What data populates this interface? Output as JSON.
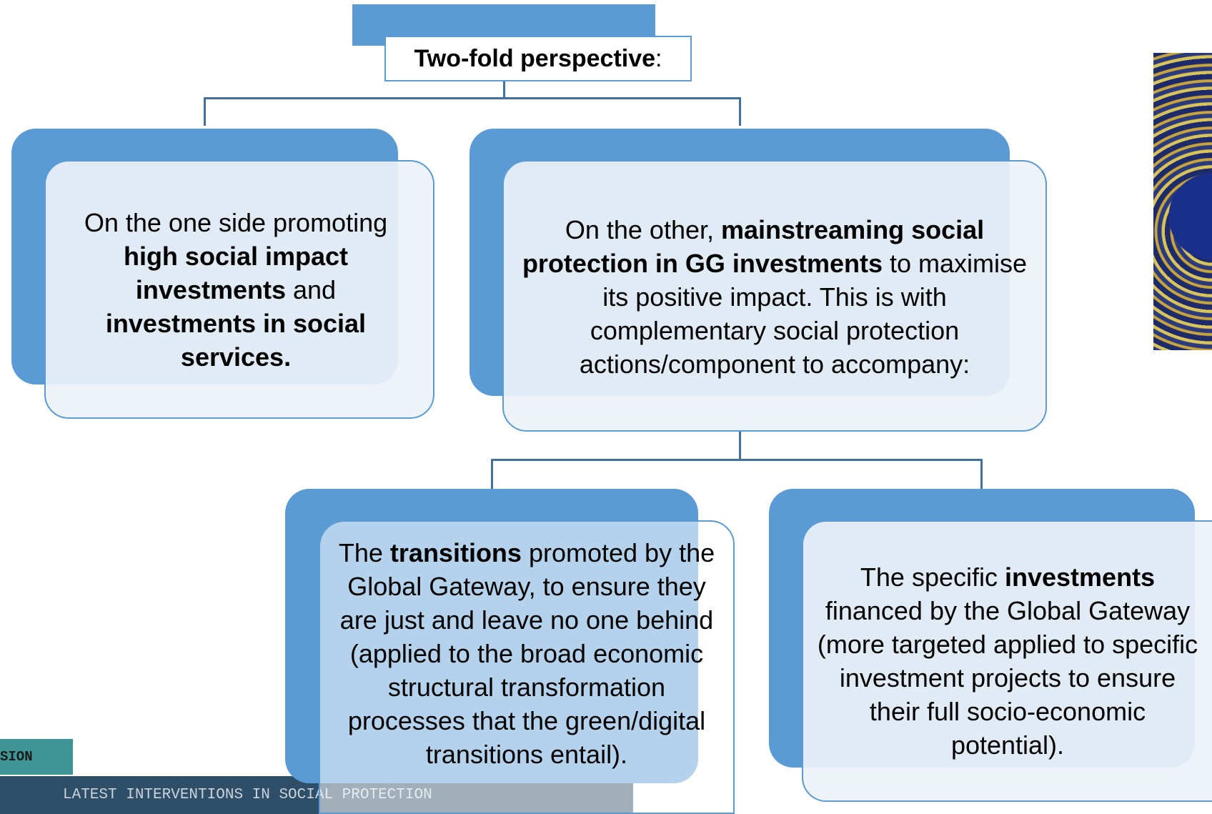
{
  "title": {
    "bold": "Two-fold perspective",
    "suffix": ":"
  },
  "boxes": {
    "left": {
      "seg1": "On the one side promoting ",
      "seg2": "high social impact investments",
      "seg3": " and ",
      "seg4": "investments in social services."
    },
    "right": {
      "seg1": "On the other, ",
      "seg2": "mainstreaming social protection in GG investments",
      "seg3": " to maximise its positive impact. This is with complementary social protection actions/component to accompany:"
    },
    "bottom_left": {
      "seg1": "The ",
      "seg2": "transitions",
      "seg3": " promoted by the Global Gateway, to ensure they are just and leave no one behind (applied to the broad economic structural transformation processes that the green/digital transitions entail)."
    },
    "bottom_right": {
      "seg1": "The specific ",
      "seg2": "investments",
      "seg3": " financed by the Global Gateway (more targeted applied to specific investment projects to ensure their full socio-economic potential)."
    }
  },
  "footer": {
    "tag": "SION",
    "banner": "LATEST INTERVENTIONS IN SOCIAL PROTECTION"
  },
  "colors": {
    "accent_blue": "#5b9bd5",
    "connector": "#41719c",
    "footer_teal": "#3f9596",
    "footer_dark": "#2f4e68"
  }
}
